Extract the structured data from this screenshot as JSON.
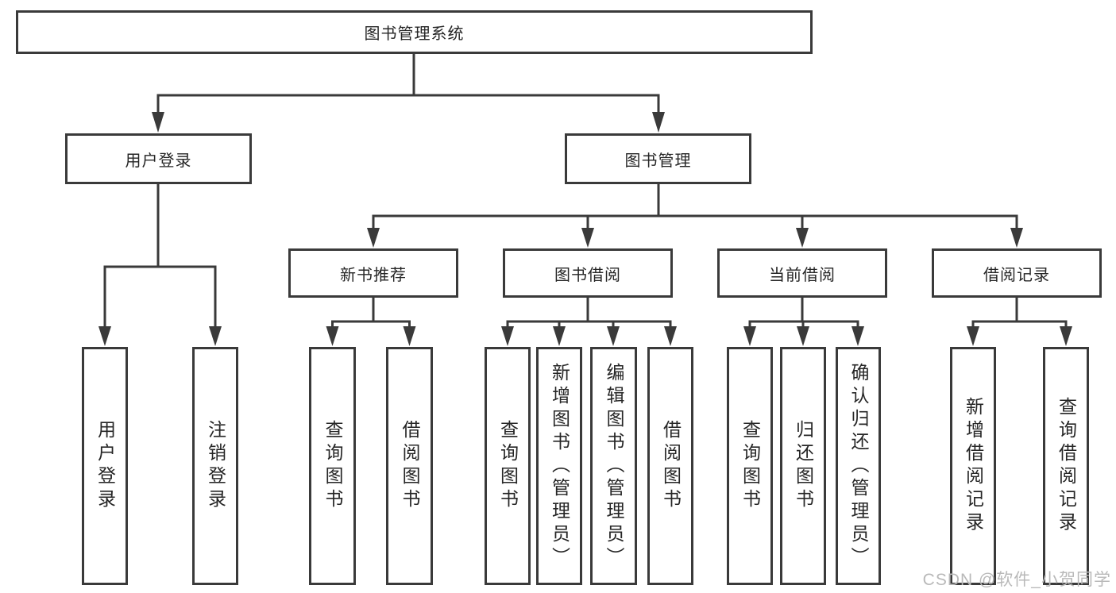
{
  "diagram": {
    "type": "hierarchy-tree",
    "title": "图书管理系统",
    "watermark": "CSDN @软件_小贺同学",
    "colors": {
      "line": "#3a3a3a",
      "text": "#262626",
      "watermark": "#b9b9b9",
      "background": "#ffffff"
    },
    "nodes": {
      "root": "图书管理系统",
      "user_login": "用户登录",
      "book_mgmt": "图书管理",
      "login": "用户登录",
      "logout": "注销登录",
      "new_books": "新书推荐",
      "borrow": "图书借阅",
      "current": "当前借阅",
      "records": "借阅记录",
      "nb_query": "查询图书",
      "nb_borrow": "借阅图书",
      "b_query": "查询图书",
      "b_add": "新增图书（管理员）",
      "b_edit": "编辑图书（管理员）",
      "b_borrow": "借阅图书",
      "c_query": "查询图书",
      "c_return": "归还图书",
      "c_confirm": "确认归还（管理员）",
      "r_add": "新增借阅记录",
      "r_query": "查询借阅记录"
    },
    "tree": {
      "label": "图书管理系统",
      "children": [
        {
          "label": "用户登录",
          "children": [
            {
              "label": "用户登录"
            },
            {
              "label": "注销登录"
            }
          ]
        },
        {
          "label": "图书管理",
          "children": [
            {
              "label": "新书推荐",
              "children": [
                {
                  "label": "查询图书"
                },
                {
                  "label": "借阅图书"
                }
              ]
            },
            {
              "label": "图书借阅",
              "children": [
                {
                  "label": "查询图书"
                },
                {
                  "label": "新增图书（管理员）"
                },
                {
                  "label": "编辑图书（管理员）"
                },
                {
                  "label": "借阅图书"
                }
              ]
            },
            {
              "label": "当前借阅",
              "children": [
                {
                  "label": "查询图书"
                },
                {
                  "label": "归还图书"
                },
                {
                  "label": "确认归还（管理员）"
                }
              ]
            },
            {
              "label": "借阅记录",
              "children": [
                {
                  "label": "新增借阅记录"
                },
                {
                  "label": "查询借阅记录"
                }
              ]
            }
          ]
        }
      ]
    }
  }
}
